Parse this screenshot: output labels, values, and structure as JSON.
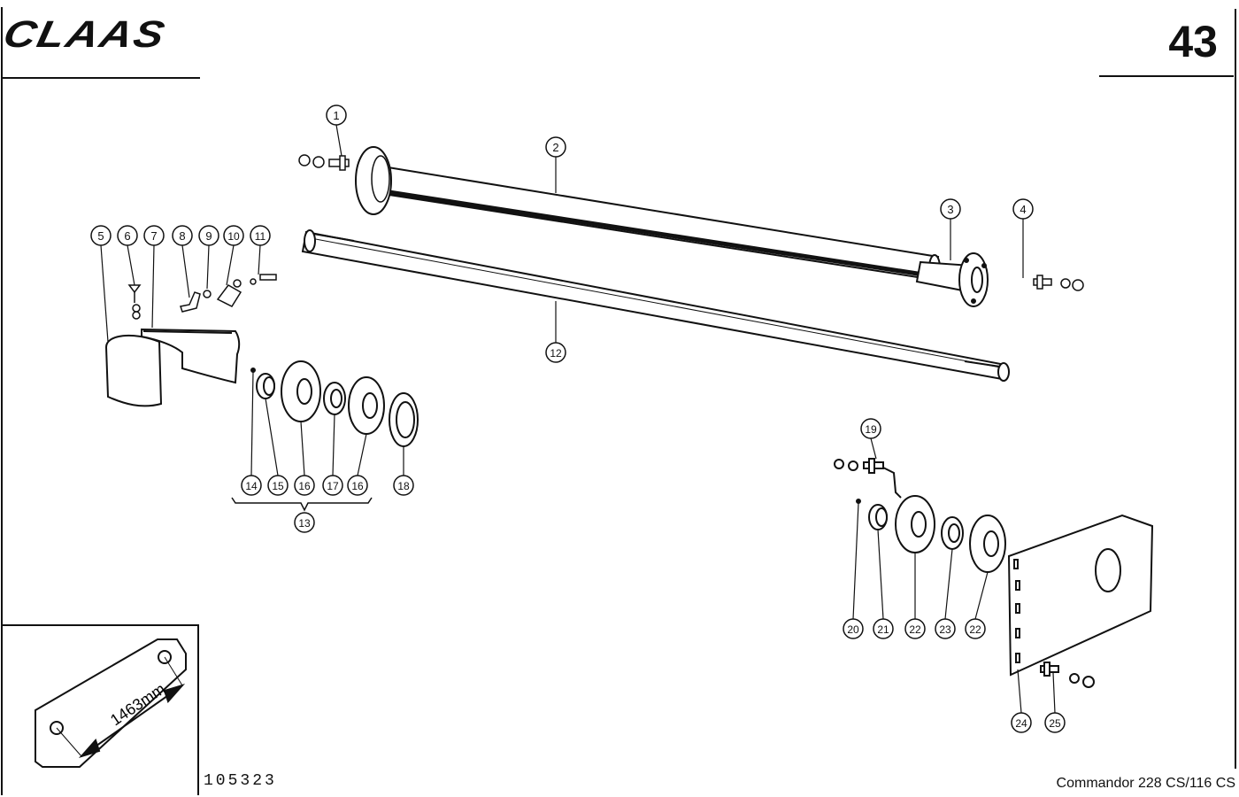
{
  "header": {
    "brand": "CLAAS",
    "page_number": "43"
  },
  "footer": {
    "document_number": "105323",
    "model": "Commandor 228 CS/116 CS"
  },
  "detail": {
    "dimension": "1463mm"
  },
  "callouts": [
    "1",
    "2",
    "3",
    "4",
    "5",
    "6",
    "7",
    "8",
    "9",
    "10",
    "11",
    "12",
    "13",
    "14",
    "15",
    "16",
    "16",
    "17",
    "18",
    "19",
    "20",
    "21",
    "22",
    "22",
    "23",
    "24",
    "25"
  ]
}
